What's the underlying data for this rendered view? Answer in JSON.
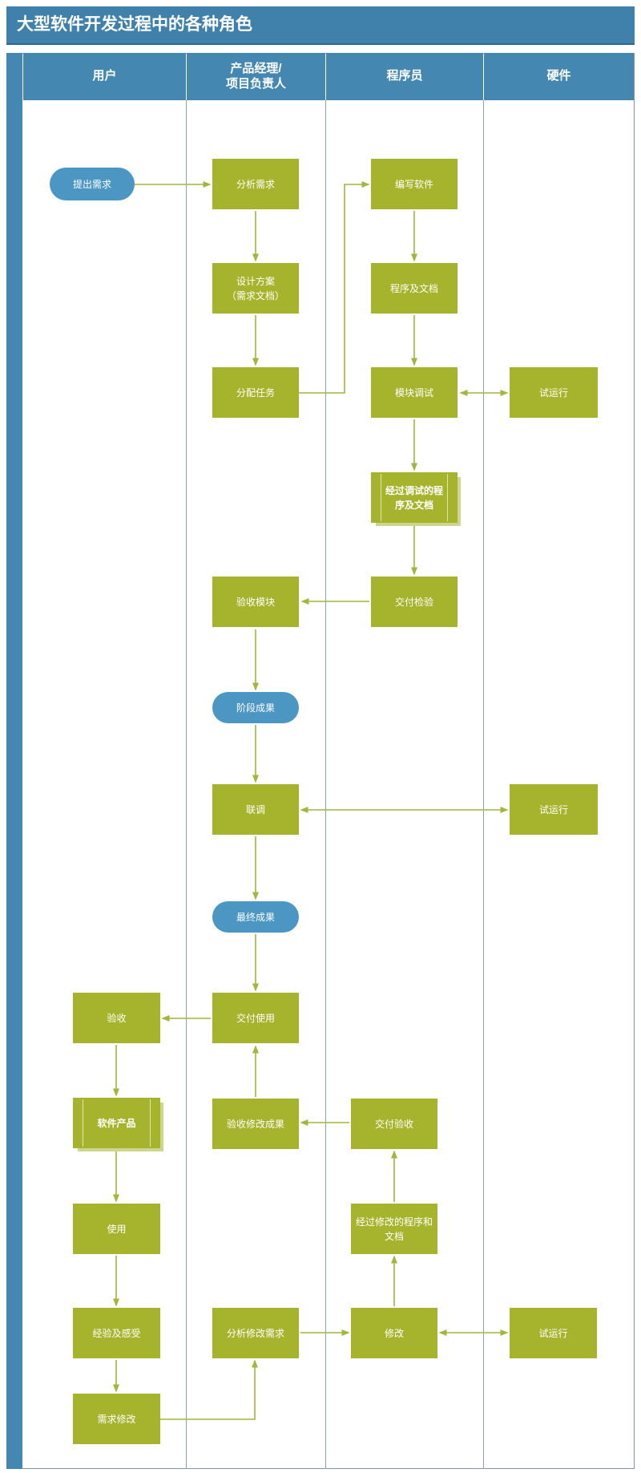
{
  "title": "大型软件开发过程中的各种角色",
  "lanes": [
    {
      "label": "用户"
    },
    {
      "label": "产品经理/\n项目负责人"
    },
    {
      "label": "程序员"
    },
    {
      "label": "硬件"
    }
  ],
  "nodes": [
    {
      "label": "提出需求",
      "shape": "pill",
      "lane": "用户"
    },
    {
      "label": "分析需求",
      "shape": "process",
      "lane": "产品经理/项目负责人"
    },
    {
      "label": "设计方案\n（需求文档）",
      "shape": "process",
      "lane": "产品经理/项目负责人"
    },
    {
      "label": "分配任务",
      "shape": "process",
      "lane": "产品经理/项目负责人"
    },
    {
      "label": "编写软件",
      "shape": "process",
      "lane": "程序员"
    },
    {
      "label": "程序及文档",
      "shape": "process",
      "lane": "程序员"
    },
    {
      "label": "模块调试",
      "shape": "process",
      "lane": "程序员"
    },
    {
      "label": "试运行",
      "shape": "process",
      "lane": "硬件"
    },
    {
      "label": "经过调试的程\n序及文档",
      "shape": "multidoc",
      "lane": "程序员"
    },
    {
      "label": "交付检验",
      "shape": "process",
      "lane": "程序员"
    },
    {
      "label": "验收模块",
      "shape": "process",
      "lane": "产品经理/项目负责人"
    },
    {
      "label": "阶段成果",
      "shape": "pill",
      "lane": "产品经理/项目负责人"
    },
    {
      "label": "联调",
      "shape": "process",
      "lane": "产品经理/项目负责人"
    },
    {
      "label": "试运行",
      "shape": "process",
      "lane": "硬件"
    },
    {
      "label": "最终成果",
      "shape": "pill",
      "lane": "产品经理/项目负责人"
    },
    {
      "label": "交付使用",
      "shape": "process",
      "lane": "产品经理/项目负责人"
    },
    {
      "label": "验收",
      "shape": "process",
      "lane": "用户"
    },
    {
      "label": "软件产品",
      "shape": "multidoc",
      "lane": "用户"
    },
    {
      "label": "验收修改成果",
      "shape": "process",
      "lane": "产品经理/项目负责人"
    },
    {
      "label": "交付验收",
      "shape": "process",
      "lane": "程序员"
    },
    {
      "label": "使用",
      "shape": "process",
      "lane": "用户"
    },
    {
      "label": "经过修改的程序和\n文档",
      "shape": "process",
      "lane": "程序员"
    },
    {
      "label": "经验及感受",
      "shape": "process",
      "lane": "用户"
    },
    {
      "label": "分析修改需求",
      "shape": "process",
      "lane": "产品经理/项目负责人"
    },
    {
      "label": "修改",
      "shape": "process",
      "lane": "程序员"
    },
    {
      "label": "试运行",
      "shape": "process",
      "lane": "硬件"
    },
    {
      "label": "需求修改",
      "shape": "process",
      "lane": "用户"
    }
  ],
  "edges": [
    {
      "from": "提出需求",
      "to": "分析需求"
    },
    {
      "from": "分析需求",
      "to": "设计方案（需求文档）"
    },
    {
      "from": "设计方案（需求文档）",
      "to": "分配任务"
    },
    {
      "from": "分配任务",
      "to": "编写软件"
    },
    {
      "from": "编写软件",
      "to": "程序及文档"
    },
    {
      "from": "程序及文档",
      "to": "模块调试"
    },
    {
      "from": "模块调试",
      "to": "试运行",
      "bidirectional": true
    },
    {
      "from": "模块调试",
      "to": "经过调试的程序及文档"
    },
    {
      "from": "经过调试的程序及文档",
      "to": "交付检验"
    },
    {
      "from": "交付检验",
      "to": "验收模块"
    },
    {
      "from": "验收模块",
      "to": "阶段成果"
    },
    {
      "from": "阶段成果",
      "to": "联调"
    },
    {
      "from": "联调",
      "to": "试运行",
      "bidirectional": true
    },
    {
      "from": "联调",
      "to": "最终成果"
    },
    {
      "from": "最终成果",
      "to": "交付使用"
    },
    {
      "from": "交付使用",
      "to": "验收"
    },
    {
      "from": "验收",
      "to": "软件产品"
    },
    {
      "from": "软件产品",
      "to": "使用"
    },
    {
      "from": "使用",
      "to": "经验及感受"
    },
    {
      "from": "经验及感受",
      "to": "需求修改"
    },
    {
      "from": "需求修改",
      "to": "分析修改需求"
    },
    {
      "from": "分析修改需求",
      "to": "修改"
    },
    {
      "from": "修改",
      "to": "试运行",
      "bidirectional": true
    },
    {
      "from": "修改",
      "to": "经过修改的程序和文档"
    },
    {
      "from": "经过修改的程序和文档",
      "to": "交付验收"
    },
    {
      "from": "交付验收",
      "to": "验收修改成果"
    },
    {
      "from": "验收修改成果",
      "to": "交付使用"
    }
  ],
  "colors": {
    "title_blue": "#3f81ab",
    "lane_header_blue": "#4487b0",
    "node_green": "#a5b42c",
    "pill_blue": "#4b96c3",
    "arrow_green": "#a2b53c",
    "lane_border_gray": "#8ca0b0",
    "doc_shadow_green": "#ccd68f"
  }
}
